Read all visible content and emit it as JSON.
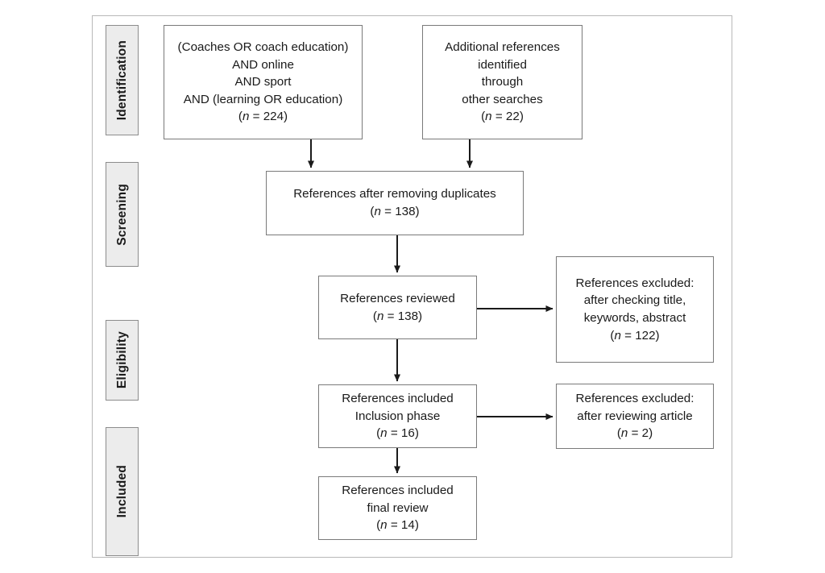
{
  "diagram": {
    "type": "prisma-flow-diagram",
    "title": "",
    "colors": {
      "stage_fill": "#ececec",
      "stage_border": "#8c8c8c",
      "box_fill": "#ffffff",
      "box_border": "#7a7a7a",
      "frame_border": "#b9b9b9",
      "text": "#1a1a1a",
      "arrow": "#1a1a1a"
    },
    "stages": [
      {
        "id": "identification",
        "label": "Identification"
      },
      {
        "id": "screening",
        "label": "Screening"
      },
      {
        "id": "eligibility",
        "label": "Eligibility"
      },
      {
        "id": "included",
        "label": "Included"
      }
    ],
    "boxes": {
      "search_query": {
        "lines": [
          "(Coaches OR coach education)",
          "AND online",
          "AND sport",
          "AND (learning OR education)"
        ],
        "count_prefix": "(",
        "count_italic": "n",
        "count_suffix": " = 224)",
        "count_text": "(n = 224)",
        "n": 224
      },
      "additional_references": {
        "lines": [
          "Additional references",
          "identified",
          "through",
          "other searches"
        ],
        "count_italic": "n",
        "count_suffix": " = 22)",
        "count_text": "(n = 22)",
        "n": 22
      },
      "after_duplicates": {
        "lines": [
          "References after removing duplicates"
        ],
        "count_italic": "n",
        "count_suffix": " = 138)",
        "count_text": "(n = 138)",
        "n": 138
      },
      "reviewed": {
        "lines": [
          "References reviewed"
        ],
        "count_italic": "n",
        "count_suffix": " = 138)",
        "count_text": "(n = 138)",
        "n": 138
      },
      "excluded_title": {
        "lines": [
          "References excluded:",
          "after checking title,",
          "keywords, abstract"
        ],
        "count_italic": "n",
        "count_suffix": " = 122)",
        "count_text": "(n = 122)",
        "n": 122
      },
      "included_inclusion": {
        "lines": [
          "References included",
          "Inclusion phase"
        ],
        "count_italic": "n",
        "count_suffix": " = 16)",
        "count_text": "(n = 16)",
        "n": 16
      },
      "excluded_article": {
        "lines": [
          "References excluded:",
          "after reviewing article"
        ],
        "count_italic": "n",
        "count_suffix": " = 2)",
        "count_text": "(n = 2)",
        "n": 2
      },
      "included_final": {
        "lines": [
          "References included",
          "final review"
        ],
        "count_italic": "n",
        "count_suffix": " = 14)",
        "count_text": "(n = 14)",
        "n": 14
      }
    }
  }
}
